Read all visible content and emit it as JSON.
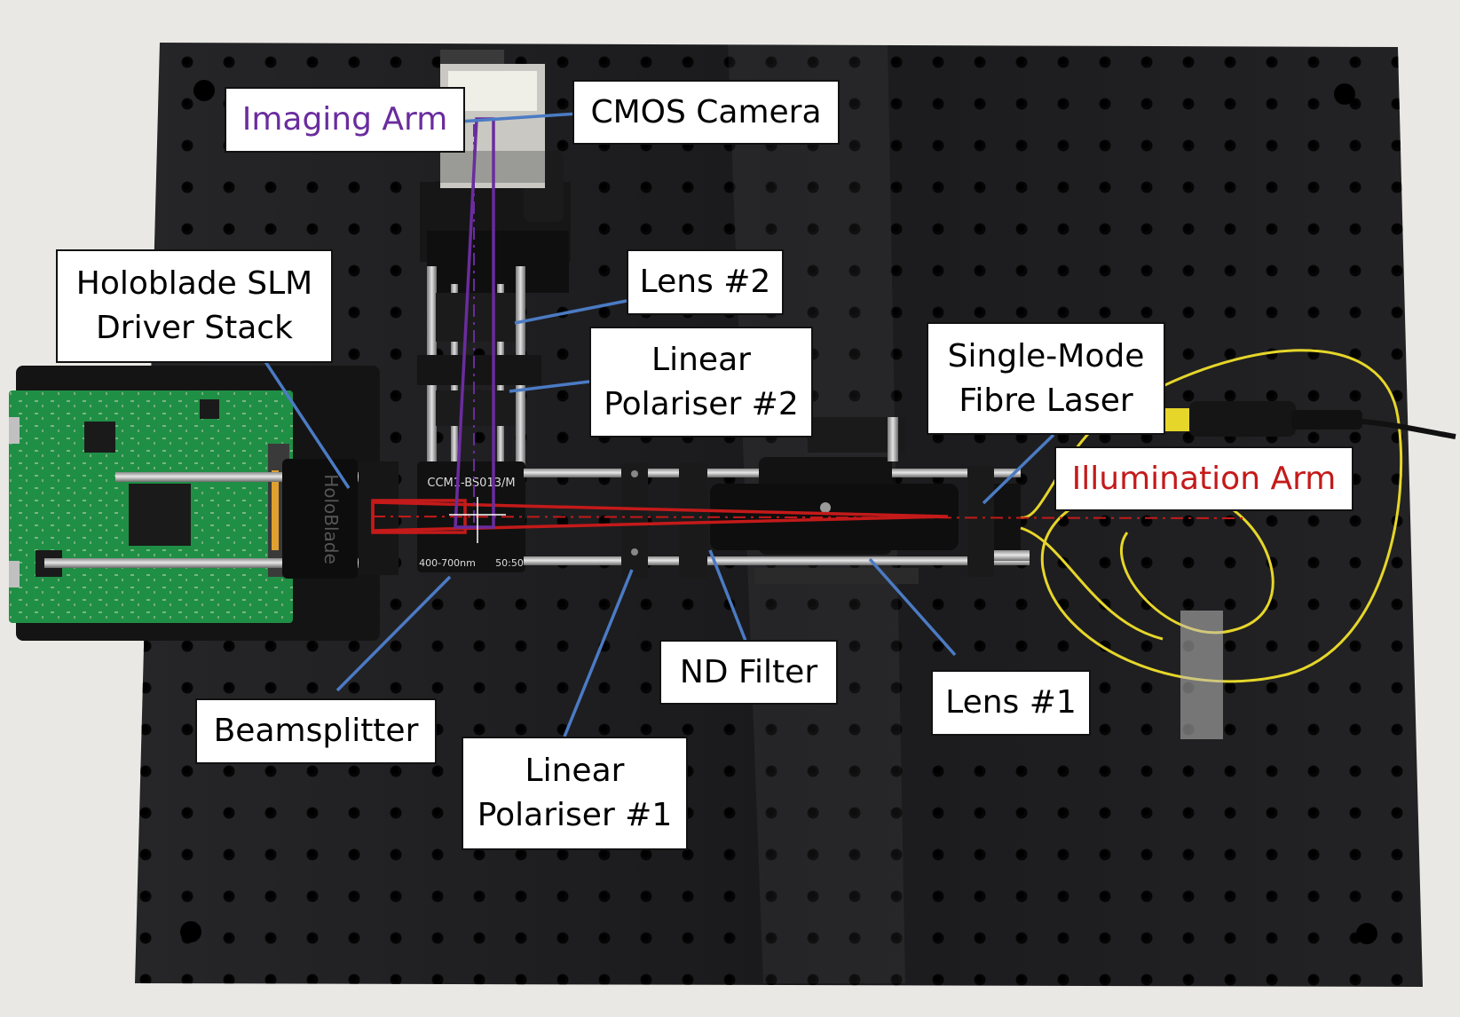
{
  "labels": {
    "imaging_arm": "Imaging Arm",
    "cmos_camera": "CMOS Camera",
    "holoblade": "Holoblade SLM\nDriver Stack",
    "lens_2": "Lens #2",
    "linear_polariser_2": "Linear\nPolariser #2",
    "single_mode_fibre": "Single-Mode\nFibre Laser",
    "illumination_arm": "Illumination Arm",
    "nd_filter": "ND Filter",
    "lens_1": "Lens #1",
    "beamsplitter": "Beamsplitter",
    "linear_polariser_1": "Linear\nPolariser #1"
  },
  "colors": {
    "imaging_arm": "#6a2c9e",
    "illumination_arm": "#c41a1a",
    "leader_line": "#4b7bc4",
    "breadboard": "#1c1c1e",
    "pcb": "#1f8f45",
    "fibre": "#e6d62a",
    "background": "#e9e8e4"
  },
  "component_text": {
    "beamsplitter_model": "CCM1-BS013/M",
    "beamsplitter_range": "400-700nm",
    "beamsplitter_ratio": "50:50",
    "slm_brand": "HoloBlade"
  }
}
